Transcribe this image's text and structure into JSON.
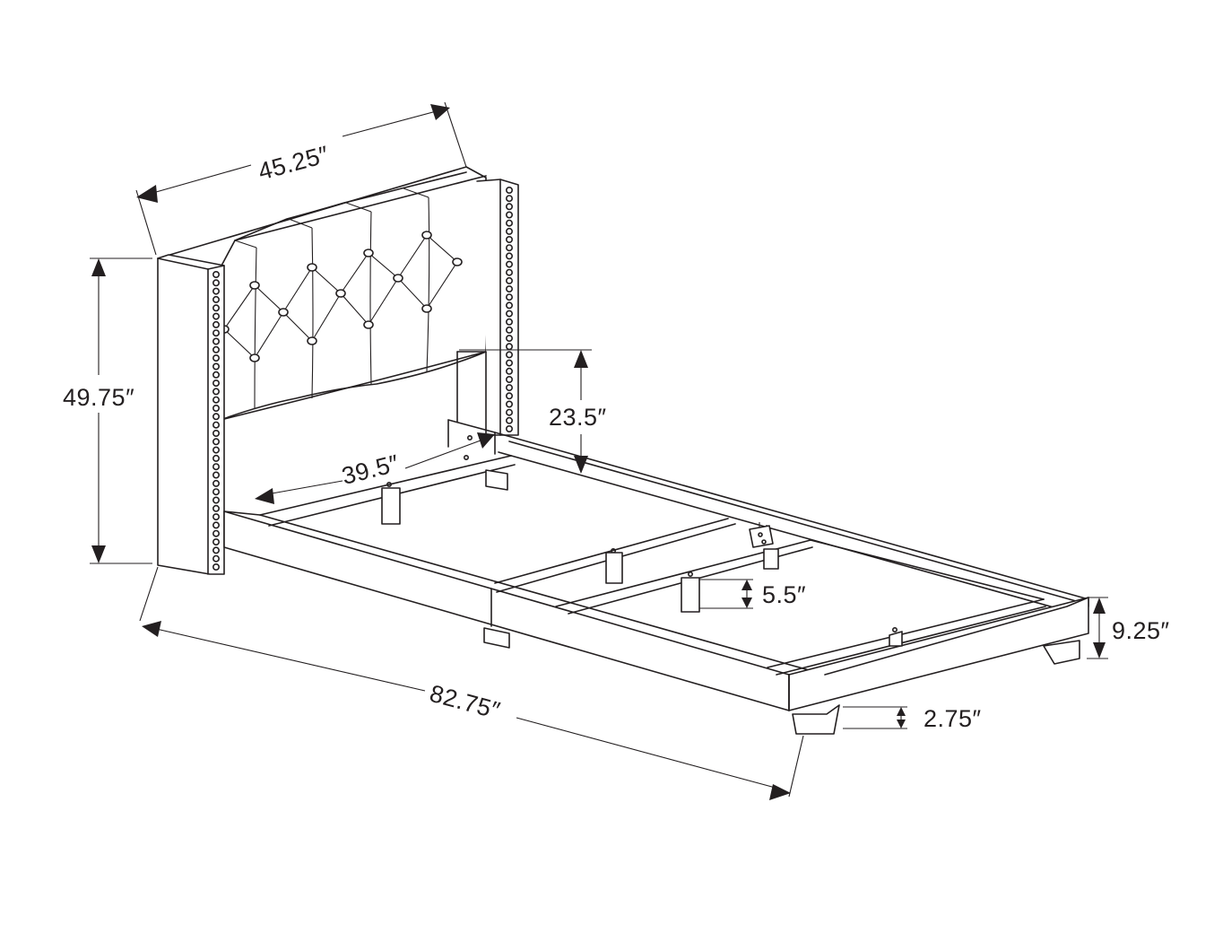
{
  "dimensions": {
    "headboard_width": "45.25″",
    "total_height": "49.75″",
    "headboard_clearance": "23.5″",
    "inner_width": "39.5″",
    "slat_clearance": "5.5″",
    "frame_height": "9.25″",
    "total_length": "82.75″",
    "leg_height": "2.75″"
  },
  "colors": {
    "line": "#231f20",
    "background": "#ffffff"
  }
}
